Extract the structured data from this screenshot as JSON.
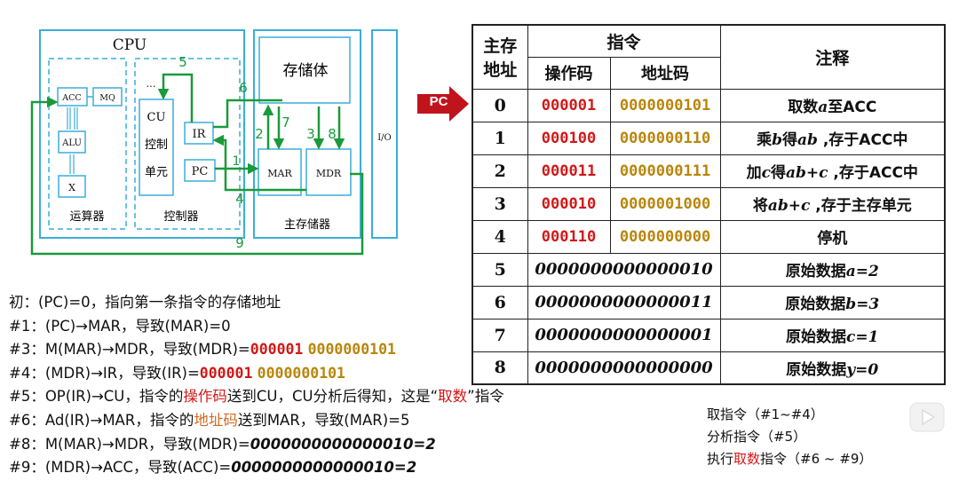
{
  "diagram": {
    "cpu_label": "CPU",
    "acc": "ACC",
    "mq": "MQ",
    "alu": "ALU",
    "x": "X",
    "alu_unit": "运算器",
    "cu_lines": [
      "CU",
      "控制",
      "单元"
    ],
    "ir": "IR",
    "pc": "PC",
    "dots": "…",
    "controller": "控制器",
    "storage_body": "存储体",
    "mar": "MAR",
    "mdr": "MDR",
    "main_memory": "主存储器",
    "io": "I/O",
    "step_numbers": [
      "1",
      "2",
      "3",
      "4",
      "5",
      "6",
      "7",
      "8",
      "9"
    ]
  },
  "pc_pointer": {
    "label": "PC",
    "color": "#c0141c"
  },
  "table": {
    "header": {
      "address": [
        "主存",
        "地址"
      ],
      "instruction": "指令",
      "opcode": "操作码",
      "addrcode": "地址码",
      "comment": "注释"
    },
    "instruction_rows": [
      {
        "addr": "0",
        "op": "000001",
        "ad": "0000000101",
        "note_parts": [
          "取数",
          "a",
          "至ACC"
        ]
      },
      {
        "addr": "1",
        "op": "000100",
        "ad": "0000000110",
        "note_parts": [
          "乘",
          "b",
          "得",
          "ab",
          " ,存于ACC中"
        ]
      },
      {
        "addr": "2",
        "op": "000011",
        "ad": "0000000111",
        "note_parts": [
          "加",
          "c",
          "得",
          "ab+c",
          "  ,存于ACC中"
        ]
      },
      {
        "addr": "3",
        "op": "000010",
        "ad": "0000001000",
        "note_parts": [
          "将",
          "ab+c",
          " ,存于主存单元"
        ]
      },
      {
        "addr": "4",
        "op": "000110",
        "ad": "0000000000",
        "note": "停机"
      }
    ],
    "data_rows": [
      {
        "addr": "5",
        "value": "0000000000000010",
        "note_parts": [
          "原始数据",
          "a=2"
        ]
      },
      {
        "addr": "6",
        "value": "0000000000000011",
        "note_parts": [
          "原始数据",
          "b=3"
        ]
      },
      {
        "addr": "7",
        "value": "0000000000000001",
        "note_parts": [
          "原始数据",
          "c=1"
        ]
      },
      {
        "addr": "8",
        "value": "0000000000000000",
        "note_parts": [
          "原始数据",
          "y=0"
        ]
      }
    ]
  },
  "steps": {
    "init": "初：(PC)=0，指向第一条指令的存储地址",
    "s1": "#1：(PC)→MAR，导致(MAR)=0",
    "s3_prefix": "#3：M(MAR)→MDR，导致(MDR)=",
    "s3_op": "000001",
    "s3_ad": "0000000101",
    "s4_prefix": "#4：(MDR)→IR，导致(IR)=",
    "s4_op": "000001",
    "s4_ad": "0000000101",
    "s5_a": "#5：OP(IR)→CU，指令的",
    "s5_b": "操作码",
    "s5_c": "送到CU，CU分析后得知，这是“",
    "s5_d": "取数",
    "s5_e": "”指令",
    "s6_a": "#6：Ad(IR)→MAR，指令的",
    "s6_b": "地址码",
    "s6_c": "送到MAR，导致(MAR)=5",
    "s8_prefix": "#8：M(MAR)→MDR，导致(MDR)=",
    "s8_val": "0000000000000010=2",
    "s9_prefix": "#9：(MDR)→ACC，导致(ACC)=",
    "s9_val": "0000000000000010=2"
  },
  "summary": {
    "fetch": "取指令（#1~#4）",
    "analyze": "分析指令（#5）",
    "exec_a": "执行",
    "exec_b": "取数",
    "exec_c": "指令（#6 ~ #9）"
  },
  "colors": {
    "opcode": "#d11818",
    "addrcode": "#b8860b",
    "path_green": "#1a9a3a",
    "box_blue": "#3aaed8"
  }
}
